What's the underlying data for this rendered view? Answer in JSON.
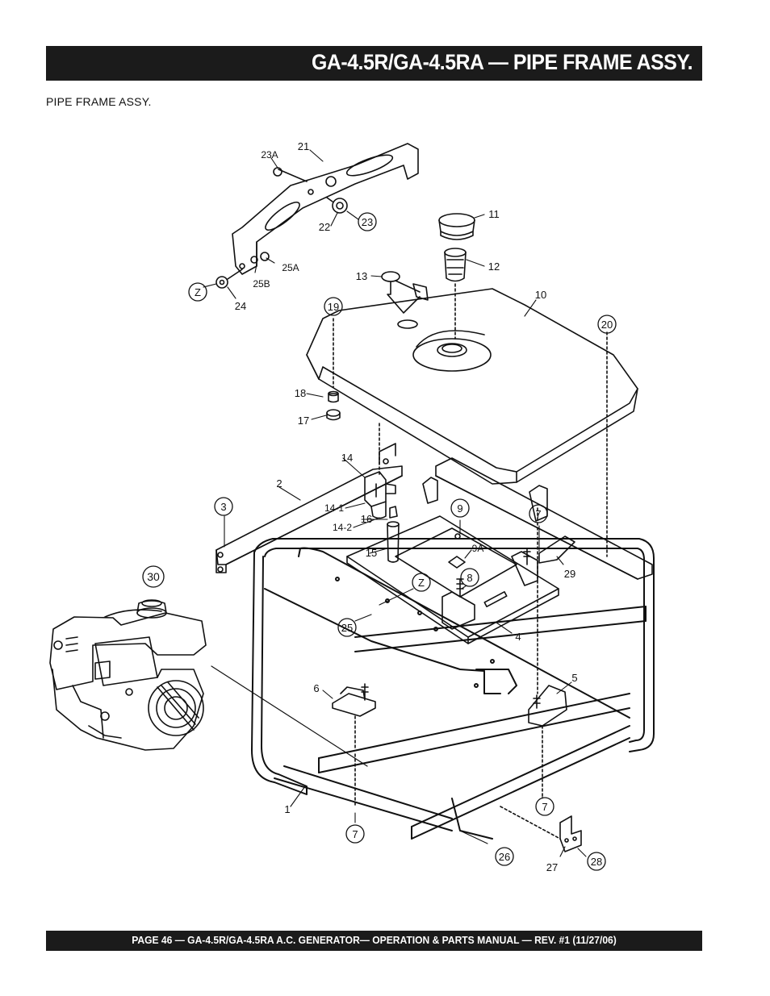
{
  "header": {
    "title": "GA-4.5R/GA-4.5RA   — PIPE FRAME  ASSY."
  },
  "section_label": "PIPE FRAME ASSY.",
  "callouts": {
    "c1": "1",
    "c2": "2",
    "c3": "3",
    "c4": "4",
    "c5": "5",
    "c6": "6",
    "c7a": "7",
    "c7b": "7",
    "c7c": "7",
    "c8": "8",
    "c9": "9",
    "c9a": "9A",
    "c10": "10",
    "c11": "11",
    "c12": "12",
    "c13": "13",
    "c14": "14",
    "c14_1": "14-1",
    "c14_2": "14-2",
    "c15": "15",
    "c16": "16",
    "c17": "17",
    "c18": "18",
    "c19": "19",
    "c20": "20",
    "c21": "21",
    "c22": "22",
    "c23": "23",
    "c23a": "23A",
    "c24": "24",
    "c25": "25",
    "c25a": "25A",
    "c25b": "25B",
    "c26": "26",
    "c27": "27",
    "c28": "28",
    "c29": "29",
    "c30": "30",
    "z1": "Z",
    "z2": "Z"
  },
  "footer": {
    "text": "PAGE 46 — GA-4.5R/GA-4.5RA    A.C. GENERATOR—  OPERATION & PARTS MANUAL — REV. #1 (11/27/06)"
  }
}
